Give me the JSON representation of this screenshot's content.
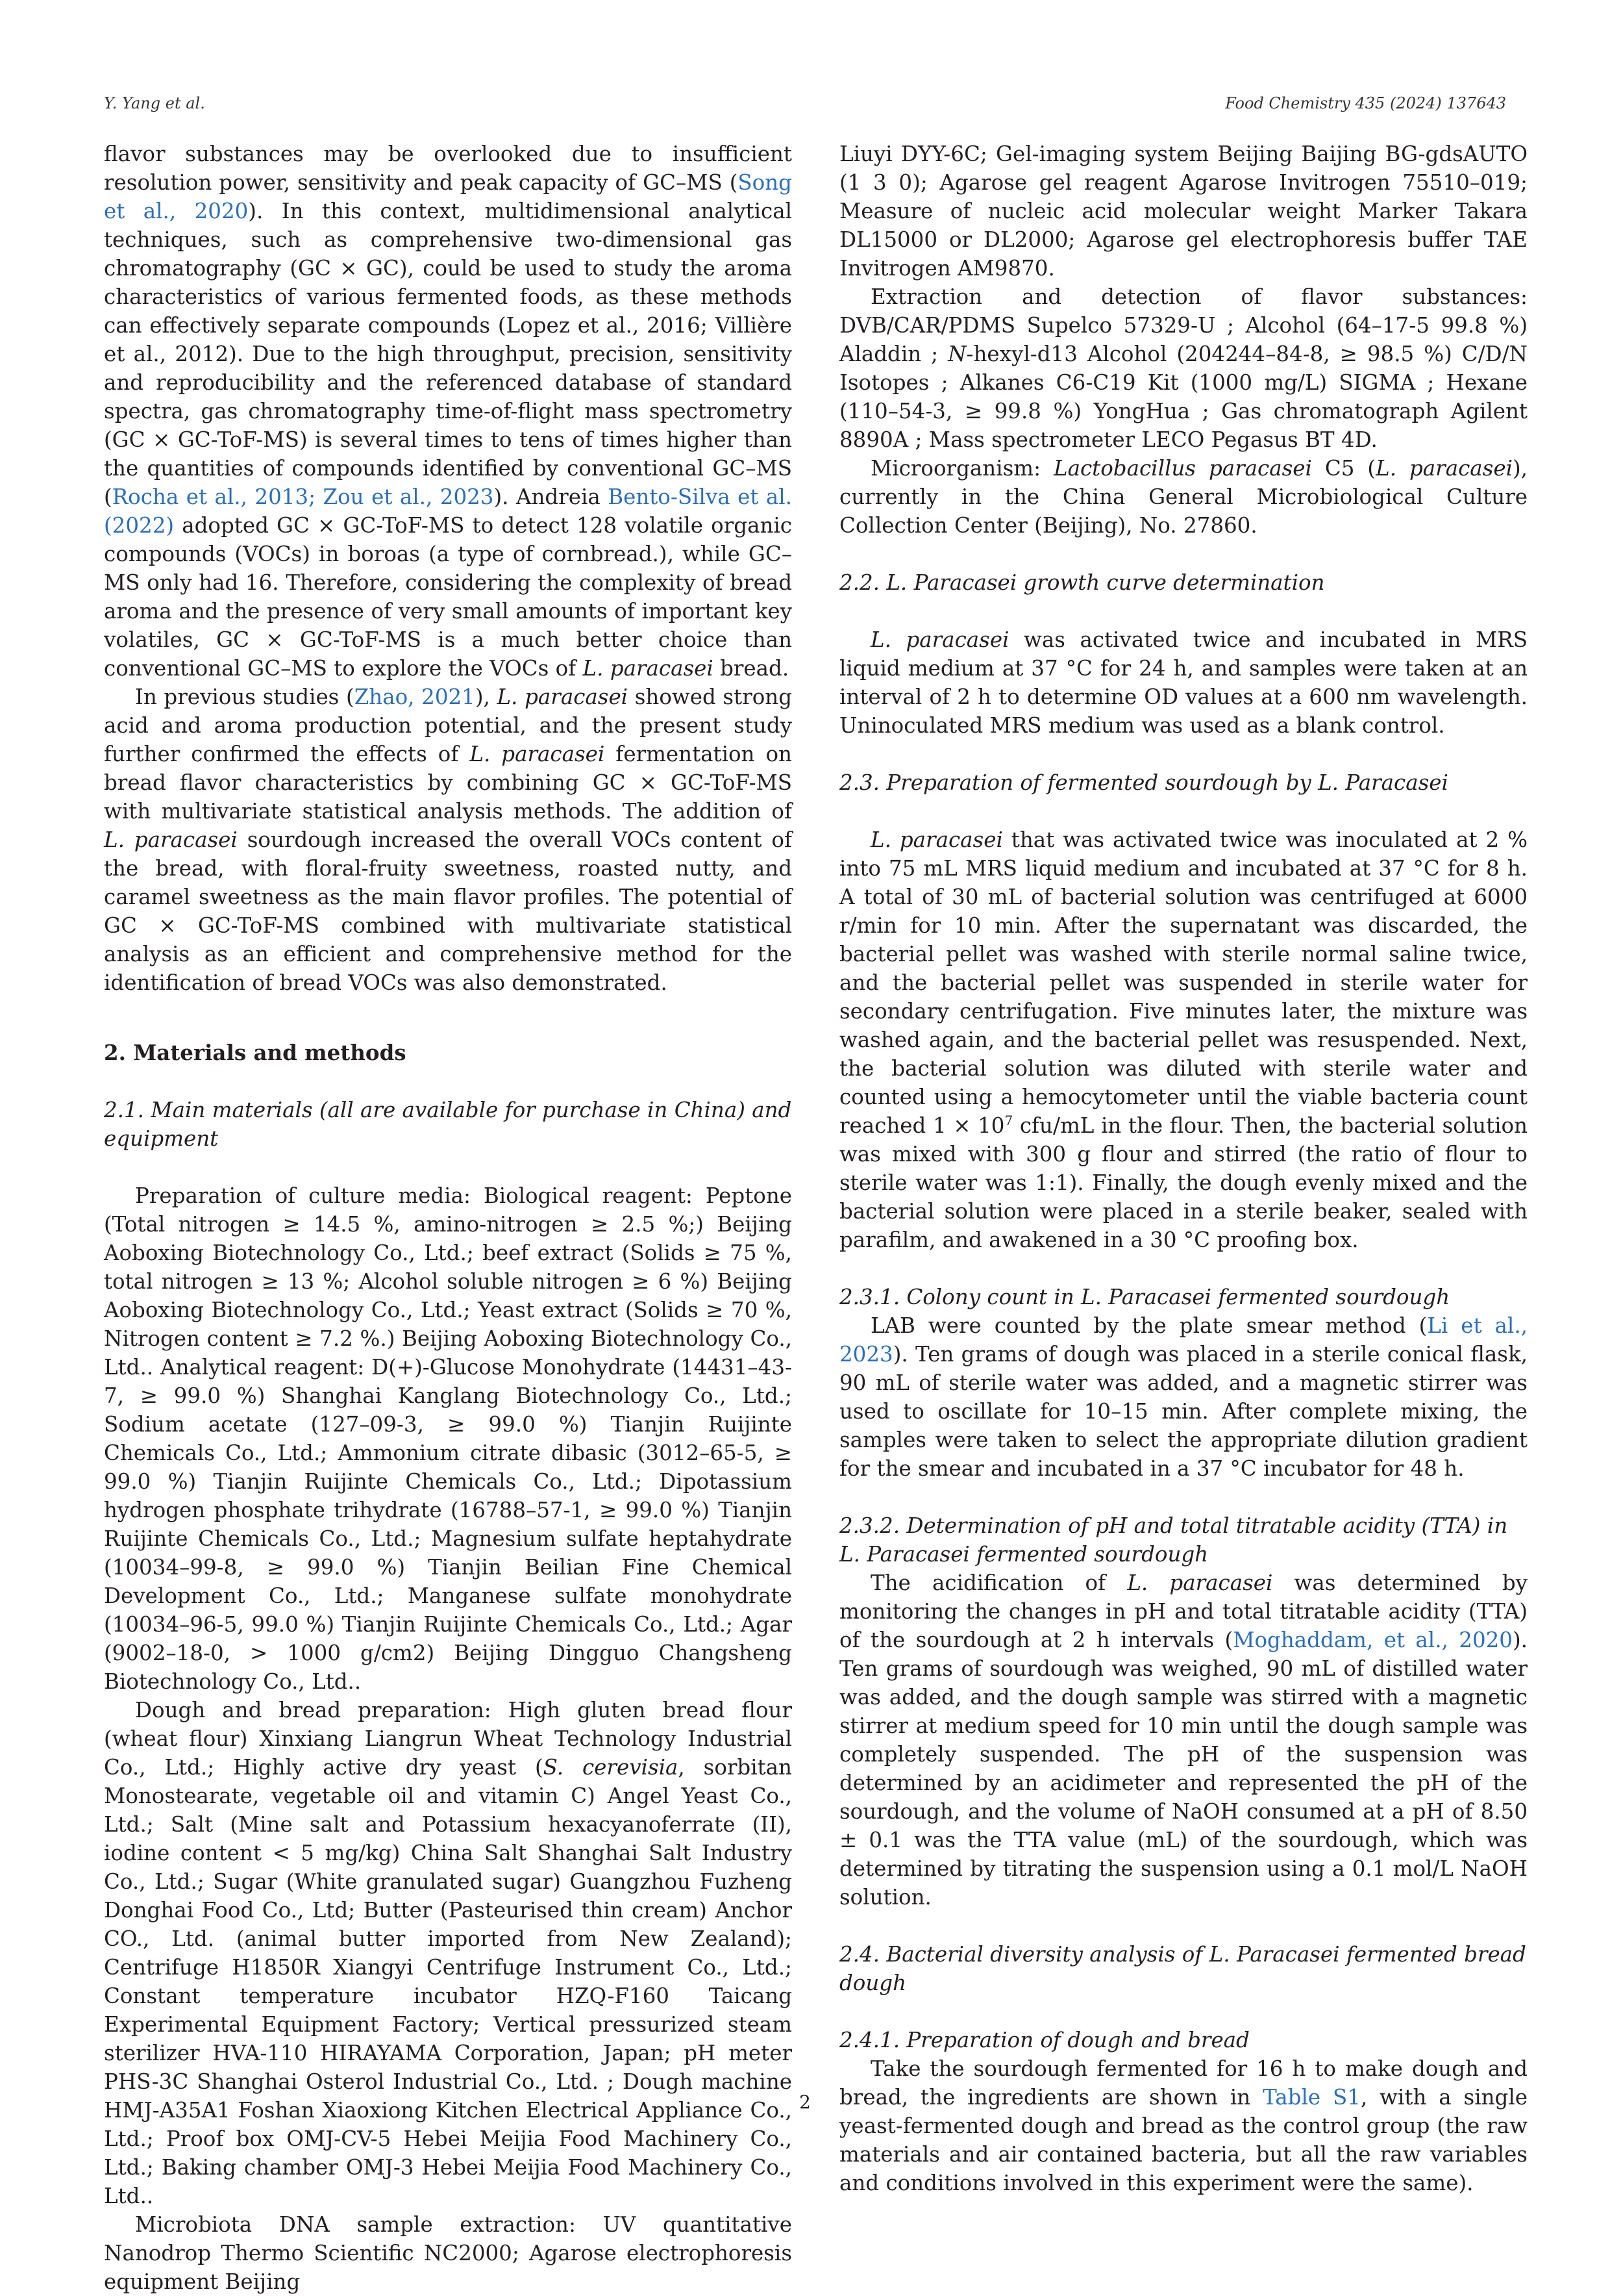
{
  "header": {
    "authors": "Y. Yang et al.",
    "journal": "Food Chemistry 435 (2024) 137643"
  },
  "page_number": "2",
  "left": {
    "p1": [
      "flavor substances may be overlooked due to insufficient resolution power, sensitivity and peak capacity of GC–MS (",
      "Song et al., 2020",
      "). In this context, multidimensional analytical techniques, such as comprehensive two-dimensional gas chromatography (GC × GC), could be used to study the aroma characteristics of various fermented foods, as these methods can effectively separate compounds (Lopez et al., 2016; Villière et al., 2012). Due to the high throughput, precision, sensitivity and reproducibility and the referenced database of standard spectra, gas chromatography time-of-flight mass spectrometry (GC × GC-ToF-MS) is several times to tens of times higher than the quantities of compounds identified by conventional GC–MS (",
      "Rocha et al., 2013; Zou et al., 2023",
      "). Andreia ",
      "Bento-Silva et al. (2022)",
      " adopted GC × GC-ToF-MS to detect 128 volatile organic compounds (VOCs) in boroas (a type of cornbread.), while GC–MS only had 16. Therefore, considering the complexity of bread aroma and the presence of very small amounts of important key volatiles, GC × GC-ToF-MS is a much better choice than conventional GC–MS to explore the VOCs of ",
      "L. paracasei",
      " bread."
    ],
    "p2": [
      "In previous studies (",
      "Zhao, 2021",
      "), ",
      "L. paracasei",
      " showed strong acid and aroma production potential, and the present study further confirmed the effects of ",
      "L. paracasei",
      " fermentation on bread flavor characteristics by combining GC × GC-ToF-MS with multivariate statistical analysis methods. The addition of ",
      "L. paracasei",
      " sourdough increased the overall VOCs content of the bread, with floral-fruity sweetness, roasted nutty, and caramel sweetness as the main flavor profiles. The potential of GC × GC-ToF-MS combined with multivariate statistical analysis as an efficient and comprehensive method for the identification of bread VOCs was also demonstrated."
    ],
    "sec2": "2. Materials and methods",
    "sec21": "2.1. Main materials (all are available for purchase in China) and equipment",
    "p3": "Preparation of culture media: Biological reagent: Peptone (Total nitrogen ≥ 14.5 %, amino-nitrogen ≥ 2.5 %;) Beijing Aoboxing Biotechnology Co., Ltd.; beef extract (Solids ≥ 75 %, total nitrogen ≥ 13 %; Alcohol soluble nitrogen ≥ 6 %) Beijing Aoboxing Biotechnology Co., Ltd.; Yeast extract (Solids ≥ 70 %, Nitrogen content ≥ 7.2 %.) Beijing Aoboxing Biotechnology Co., Ltd.. Analytical reagent: D(+)-Glucose Monohydrate (14431–43-7, ≥ 99.0 %) Shanghai Kanglang Biotechnology Co., Ltd.; Sodium acetate (127–09-3, ≥ 99.0 %) Tianjin Ruijinte Chemicals Co., Ltd.; Ammonium citrate dibasic (3012–65-5, ≥ 99.0 %) Tianjin Ruijinte Chemicals Co., Ltd.; Dipotassium hydrogen phosphate trihydrate (16788–57-1, ≥ 99.0 %) Tianjin Ruijinte Chemicals Co., Ltd.; Magnesium sulfate heptahydrate (10034–99-8, ≥ 99.0 %) Tianjin Beilian Fine Chemical Development Co., Ltd.; Manganese sulfate monohydrate (10034–96-5, 99.0 %) Tianjin Ruijinte Chemicals Co., Ltd.; Agar (9002–18-0, > 1000 g/cm2) Beijing Dingguo Changsheng Biotechnology Co., Ltd..",
    "p4": [
      "Dough and bread preparation: High gluten bread flour (wheat flour) Xinxiang Liangrun Wheat Technology Industrial Co., Ltd.; Highly active dry yeast (",
      "S. cerevisia",
      ", sorbitan Monostearate, vegetable oil and vitamin C) Angel Yeast Co., Ltd.; Salt (Mine salt and Potassium hexacyanoferrate (II), iodine content < 5 mg/kg) China Salt Shanghai Salt Industry Co., Ltd.; Sugar (White granulated sugar) Guangzhou Fuzheng Donghai Food Co., Ltd; Butter (Pasteurised thin cream) Anchor CO., Ltd. (animal butter imported from New Zealand); Centrifuge H1850R Xiangyi Centrifuge Instrument Co., Ltd.; Constant temperature incubator HZQ-F160 Taicang Experimental Equipment Factory; Vertical pressurized steam sterilizer HVA-110 HIRAYAMA Corporation, Japan; pH meter PHS-3C Shanghai Osterol Industrial Co., Ltd. ; Dough machine HMJ-A35A1 Foshan Xiaoxiong Kitchen Electrical Appliance Co., Ltd.; Proof box OMJ-CV-5 Hebei Meijia Food Machinery Co., Ltd.; Baking chamber OMJ-3 Hebei Meijia Food Machinery Co., Ltd.."
    ],
    "p5": "Microbiota DNA sample extraction: UV quantitative Nanodrop Thermo Scientific NC2000; Agarose electrophoresis equipment Beijing"
  },
  "right": {
    "p1": "Liuyi DYY-6C; Gel-imaging system Beijing Baijing BG-gdsAUTO (1 3 0); Agarose gel reagent Agarose Invitrogen 75510–019; Measure of nucleic acid molecular weight Marker Takara DL15000 or DL2000; Agarose gel electrophoresis buffer TAE Invitrogen AM9870.",
    "p2": [
      "Extraction and detection of flavor substances: DVB/CAR/PDMS Supelco 57329-U ; Alcohol (64–17-5 99.8 %) Aladdin ; ",
      "N",
      "-hexyl-d13 Alcohol (204244–84-8, ≥ 98.5 %) C/D/N Isotopes ; Alkanes C6-C19 Kit (1000 mg/L) SIGMA ; Hexane (110–54-3, ≥ 99.8 %) YongHua ; Gas chromatograph Agilent 8890A ; Mass spectrometer LECO Pegasus BT 4D."
    ],
    "p3": [
      "Microorganism: ",
      "Lactobacillus paracasei",
      " C5 (",
      "L. paracasei",
      "), currently in the China General Microbiological Culture Collection Center (Beijing), No. 27860."
    ],
    "sec22": "2.2. L. Paracasei growth curve determination",
    "p4": [
      "L. paracasei",
      " was activated twice and incubated in MRS liquid medium at 37 °C for 24 h, and samples were taken at an interval of 2 h to determine OD values at a 600 nm wavelength. Uninoculated MRS medium was used as a blank control."
    ],
    "sec23": "2.3. Preparation of fermented sourdough by L. Paracasei",
    "p5": [
      "L. paracasei",
      " that was activated twice was inoculated at 2 % into 75 mL MRS liquid medium and incubated at 37 °C for 8 h. A total of 30 mL of bacterial solution was centrifuged at 6000 r/min for 10 min. After the supernatant was discarded, the bacterial pellet was washed with sterile normal saline twice, and the bacterial pellet was suspended in sterile water for secondary centrifugation. Five minutes later, the mixture was washed again, and the bacterial pellet was resuspended. Next, the bacterial solution was diluted with sterile water and counted using a hemocytometer until the viable bacteria count reached 1 × 10",
      "7",
      " cfu/mL in the flour. Then, the bacterial solution was mixed with 300 g flour and stirred (the ratio of flour to sterile water was 1:1). Finally, the dough evenly mixed and the bacterial solution were placed in a sterile beaker, sealed with parafilm, and awakened in a 30 °C proofing box."
    ],
    "sec231": "2.3.1. Colony count in L. Paracasei fermented sourdough",
    "p6": [
      "LAB were counted by the plate smear method (",
      "Li et al., 2023",
      "). Ten grams of dough was placed in a sterile conical flask, 90 mL of sterile water was added, and a magnetic stirrer was used to oscillate for 10–15 min. After complete mixing, the samples were taken to select the appropriate dilution gradient for the smear and incubated in a 37 °C incubator for 48 h."
    ],
    "sec232": "2.3.2. Determination of pH and total titratable acidity (TTA) in L. Paracasei fermented sourdough",
    "p7": [
      "The acidification of ",
      "L. paracasei",
      " was determined by monitoring the changes in pH and total titratable acidity (TTA) of the sourdough at 2 h intervals (",
      "Moghaddam, et al., 2020",
      "). Ten grams of sourdough was weighed, 90 mL of distilled water was added, and the dough sample was stirred with a magnetic stirrer at medium speed for 10 min until the dough sample was completely suspended. The pH of the suspension was determined by an acidimeter and represented the pH of the sourdough, and the volume of NaOH consumed at a pH of 8.50 ± 0.1 was the TTA value (mL) of the sourdough, which was determined by titrating the suspension using a 0.1 mol/L NaOH solution."
    ],
    "sec24": "2.4. Bacterial diversity analysis of L. Paracasei fermented bread dough",
    "sec241": "2.4.1. Preparation of dough and bread",
    "p8": [
      "Take the sourdough fermented for 16 h to make dough and bread, the ingredients are shown in ",
      "Table S1",
      ", with a single yeast-fermented dough and bread as the control group (the raw materials and air contained bacteria, but all the raw variables and conditions involved in this experiment were the same)."
    ]
  },
  "colors": {
    "link": "#2a6ebb",
    "text": "#231f20"
  }
}
